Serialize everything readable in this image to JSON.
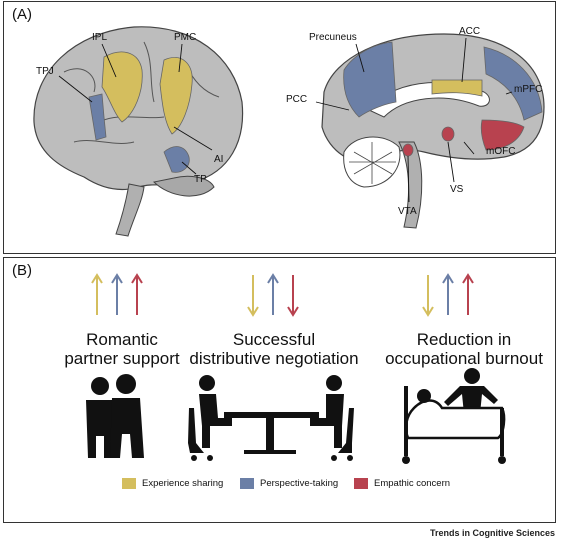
{
  "panelA": {
    "label": "(A)",
    "lateral_labels": [
      "IPL",
      "PMC",
      "TPJ",
      "AI",
      "TP"
    ],
    "medial_labels": [
      "Precuneus",
      "ACC",
      "mPFC",
      "PCC",
      "mOFC",
      "VS",
      "VTA"
    ]
  },
  "panelB": {
    "label": "(B)",
    "outcomes": [
      {
        "title_line1": "Romantic",
        "title_line2": "partner support",
        "arrows": [
          "up",
          "up",
          "up"
        ]
      },
      {
        "title_line1": "Successful",
        "title_line2": "distributive negotiation",
        "arrows": [
          "down",
          "up",
          "down"
        ]
      },
      {
        "title_line1": "Reduction in",
        "title_line2": "occupational burnout",
        "arrows": [
          "down",
          "up",
          "up"
        ]
      }
    ],
    "legend": [
      {
        "label": "Experience sharing",
        "color": "#D4BE5E"
      },
      {
        "label": "Perspective-taking",
        "color": "#6B7FA6"
      },
      {
        "label": "Empathic concern",
        "color": "#B8424F"
      }
    ]
  },
  "colors": {
    "experience": "#D4BE5E",
    "perspective": "#6B7FA6",
    "empathic": "#B8424F",
    "brain": "#BDBDBD"
  },
  "footer": "Trends in Cognitive Sciences"
}
